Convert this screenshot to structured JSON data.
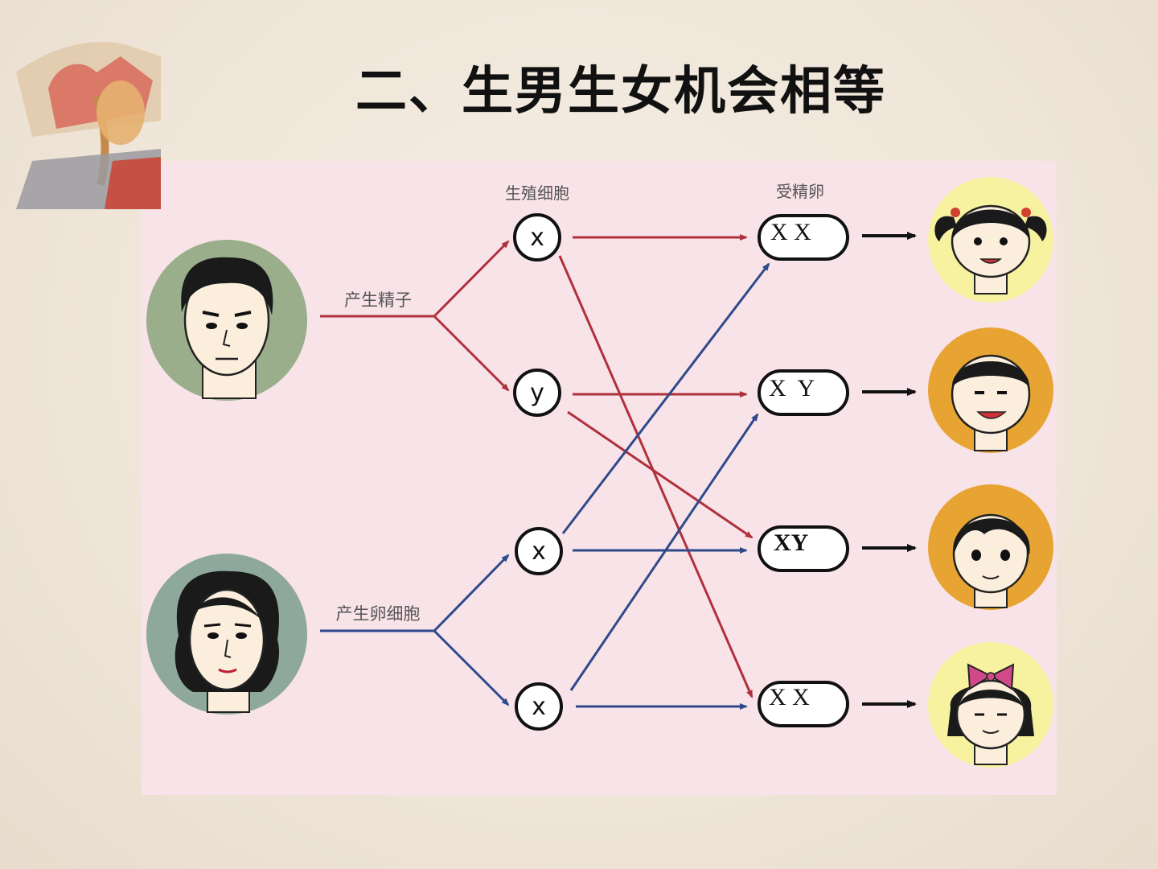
{
  "title": "二、生男生女机会相等",
  "colors": {
    "father_path": "#b0303c",
    "mother_path": "#2e4a8a",
    "output_arrow": "#111111",
    "panel_bg": "#f8e3e8"
  },
  "diagram": {
    "header_gametes": "生殖细胞",
    "header_zygotes": "受精卵",
    "father_label": "产生精子",
    "mother_label": "产生卵细胞",
    "gametes": [
      "x",
      "y",
      "x",
      "x"
    ],
    "zygotes": [
      "X X",
      "X  Y",
      "XY",
      "X X"
    ],
    "children": [
      "girl-with-pigtails",
      "boy",
      "boy",
      "girl-with-bow"
    ]
  }
}
